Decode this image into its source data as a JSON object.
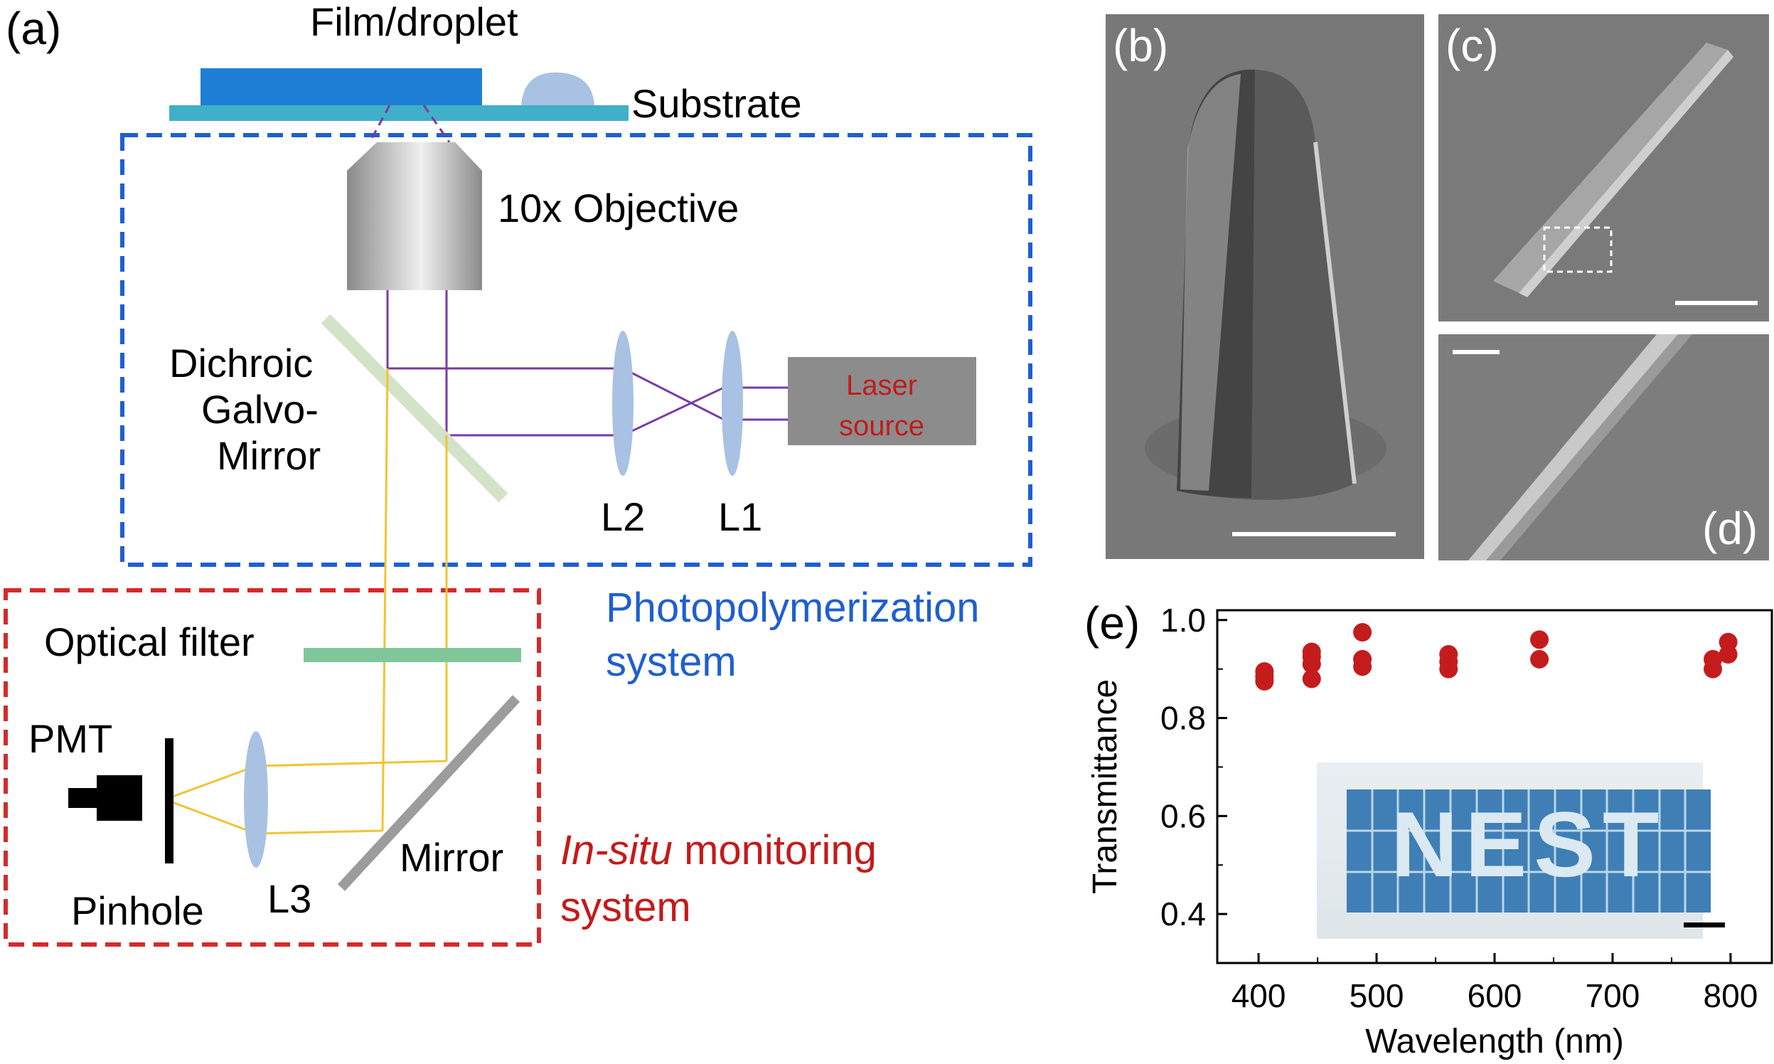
{
  "panel_a": {
    "label": "(a)",
    "film_droplet": "Film/droplet",
    "substrate": "Substrate",
    "objective": "10x Objective",
    "dichroic_lines": [
      "Dichroic",
      "Galvo-",
      "Mirror"
    ],
    "laser_lines": [
      "Laser",
      "source"
    ],
    "lens_l2": "L2",
    "lens_l1": "L1",
    "photo_system_lines": [
      "Photopolymerization",
      "system"
    ],
    "optical_filter": "Optical filter",
    "pmt": "PMT",
    "pinhole": "Pinhole",
    "lens_l3": "L3",
    "mirror": "Mirror",
    "insitu_italic": "In-situ",
    "insitu_rest": " monitoring",
    "insitu_line2": "system",
    "colors": {
      "photo_box": "#1f5fcf",
      "monitor_box": "#d42a2a",
      "beam": "#7a3aa8",
      "signal": "#f2c431",
      "lens": "#a9c1e3",
      "film": "#1d7fd6",
      "substrate": "#3fb0c8",
      "filter": "#7fc79a",
      "dichroic": "#d4e3c8",
      "laser_box": "#8c8c8c",
      "laser_text": "#c41a1a"
    }
  },
  "panel_b": {
    "label": "(b)"
  },
  "panel_c": {
    "label": "(c)"
  },
  "panel_d": {
    "label": "(d)"
  },
  "panel_e": {
    "label": "(e)"
  },
  "chart_data": {
    "type": "scatter",
    "xlabel": "Wavelength (nm)",
    "ylabel": "Transmittance",
    "xlim": [
      365,
      835
    ],
    "ylim": [
      0.3,
      1.02
    ],
    "xticks": [
      400,
      500,
      600,
      700,
      800
    ],
    "yticks": [
      0.4,
      0.6,
      0.8,
      1.0
    ],
    "xtick_labels": [
      "400",
      "500",
      "600",
      "700",
      "800"
    ],
    "ytick_labels": [
      "0.4",
      "0.6",
      "0.8",
      "1.0"
    ],
    "marker_color": "#c41c1c",
    "points": [
      {
        "x": 405,
        "y": 0.875
      },
      {
        "x": 405,
        "y": 0.885
      },
      {
        "x": 405,
        "y": 0.895
      },
      {
        "x": 445,
        "y": 0.88
      },
      {
        "x": 445,
        "y": 0.91
      },
      {
        "x": 445,
        "y": 0.925
      },
      {
        "x": 445,
        "y": 0.935
      },
      {
        "x": 488,
        "y": 0.905
      },
      {
        "x": 488,
        "y": 0.92
      },
      {
        "x": 488,
        "y": 0.975
      },
      {
        "x": 561,
        "y": 0.9
      },
      {
        "x": 561,
        "y": 0.915
      },
      {
        "x": 561,
        "y": 0.93
      },
      {
        "x": 638,
        "y": 0.92
      },
      {
        "x": 638,
        "y": 0.96
      },
      {
        "x": 785,
        "y": 0.9
      },
      {
        "x": 785,
        "y": 0.92
      },
      {
        "x": 798,
        "y": 0.93
      },
      {
        "x": 798,
        "y": 0.955
      }
    ],
    "inset_text": "NEST"
  }
}
